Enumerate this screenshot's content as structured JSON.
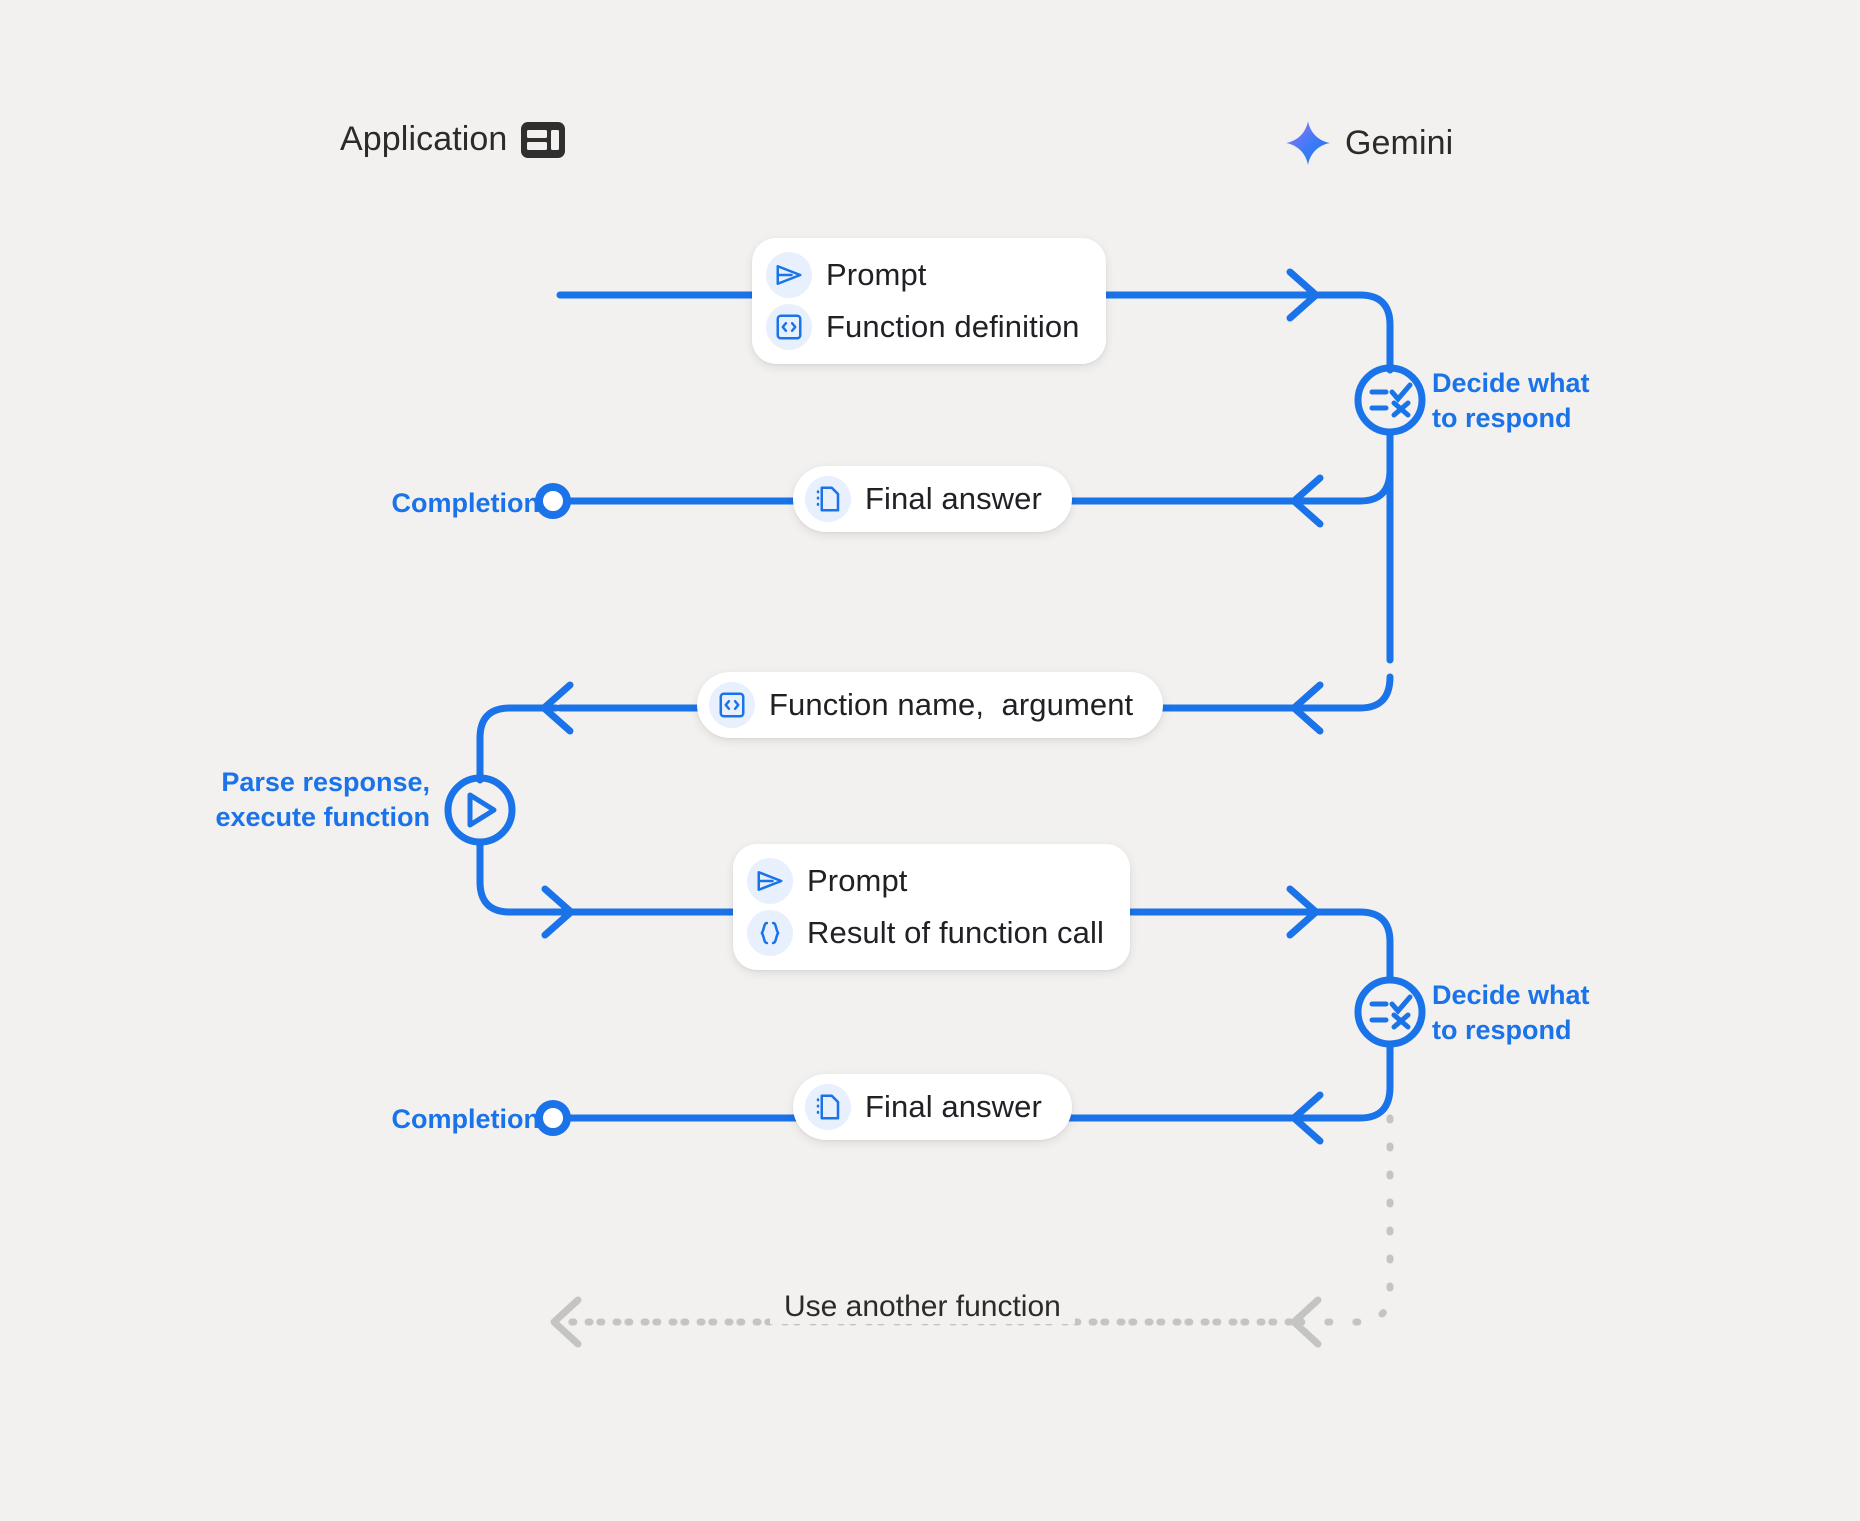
{
  "diagram": {
    "title": "Gemini function calling sequence",
    "background_color": "#f2f1ef",
    "accent_color": "#1a73e8",
    "lifeline_color": "#c6c6c4",
    "dashed_color": "#c4c4c2",
    "text_color": "#202124"
  },
  "actors": [
    {
      "name": "Application",
      "label": "Application",
      "icon": "dashboard-layout-icon",
      "side": "left"
    },
    {
      "name": "Gemini",
      "label": "Gemini",
      "icon": "gemini-sparkle-icon",
      "side": "right"
    }
  ],
  "captions": {
    "decide_1": "Decide what\nto respond",
    "decide_2": "Decide what\nto respond",
    "completion_1": "Completion",
    "completion_2": "Completion",
    "parse": "Parse response,\nexecute function"
  },
  "cards": {
    "prompt_definition": {
      "rows": [
        {
          "icon": "send-icon",
          "label": "Prompt"
        },
        {
          "icon": "code-brackets-icon",
          "label": "Function definition"
        }
      ]
    },
    "final_answer_1": {
      "rows": [
        {
          "icon": "article-document-icon",
          "label": "Final answer"
        }
      ]
    },
    "function_name_argument": {
      "rows": [
        {
          "icon": "code-brackets-icon",
          "label": "Function name,  argument"
        }
      ]
    },
    "prompt_result": {
      "rows": [
        {
          "icon": "send-icon",
          "label": "Prompt"
        },
        {
          "icon": "curly-braces-icon",
          "label": "Result of function call"
        }
      ]
    },
    "final_answer_2": {
      "rows": [
        {
          "icon": "article-document-icon",
          "label": "Final answer"
        }
      ]
    }
  },
  "loop": {
    "label": "Use another function",
    "style": "dashed",
    "direction": "right-to-left"
  },
  "nodes": {
    "decide_icon": "rule-checklist-icon",
    "parse_icon": "play-triangle-icon",
    "completion_node": "hollow-circle-node"
  }
}
